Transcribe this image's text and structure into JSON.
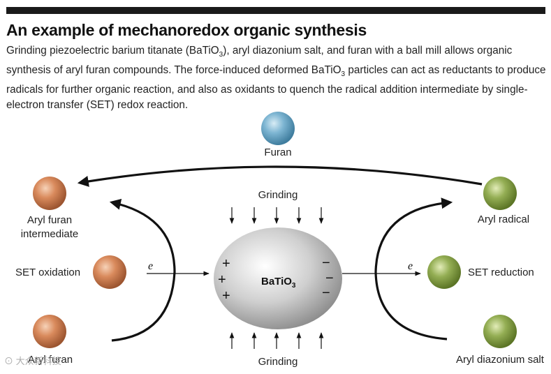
{
  "header": {
    "title": "An example of mechanoredox organic synthesis",
    "desc_1": "Grinding piezoelectric barium titanate (BaTiO",
    "desc_sub1": "3",
    "desc_2": "), aryl diazonium salt, and furan with a ball mill allows organic synthesis of aryl furan compounds. The force-induced deformed BaTiO",
    "desc_sub2": "3",
    "desc_3": " particles can act as reductants to produce radicals for further organic reaction, and also as oxidants to quench the radical addition intermediate by single-electron transfer (SET) redox reaction."
  },
  "diagram": {
    "furan": "Furan",
    "aryl_furan_intermediate_1": "Aryl furan",
    "aryl_furan_intermediate_2": "intermediate",
    "set_oxidation": "SET oxidation",
    "aryl_furan": "Aryl furan",
    "aryl_radical": "Aryl radical",
    "set_reduction": "SET reduction",
    "aryl_diazonium_salt": "Aryl diazonium salt",
    "grinding_top": "Grinding",
    "grinding_bottom": "Grinding",
    "batio3_main": "BaTiO",
    "batio3_sub": "3",
    "electron_left": "e",
    "electron_right": "e",
    "plus": "+",
    "minus": "−"
  },
  "watermark": "⊙ 大众新科技",
  "colors": {
    "furan": "#6aa6c6",
    "orange": "#d98a5c",
    "green": "#8aa84a",
    "particle": "#c8c8c8"
  }
}
